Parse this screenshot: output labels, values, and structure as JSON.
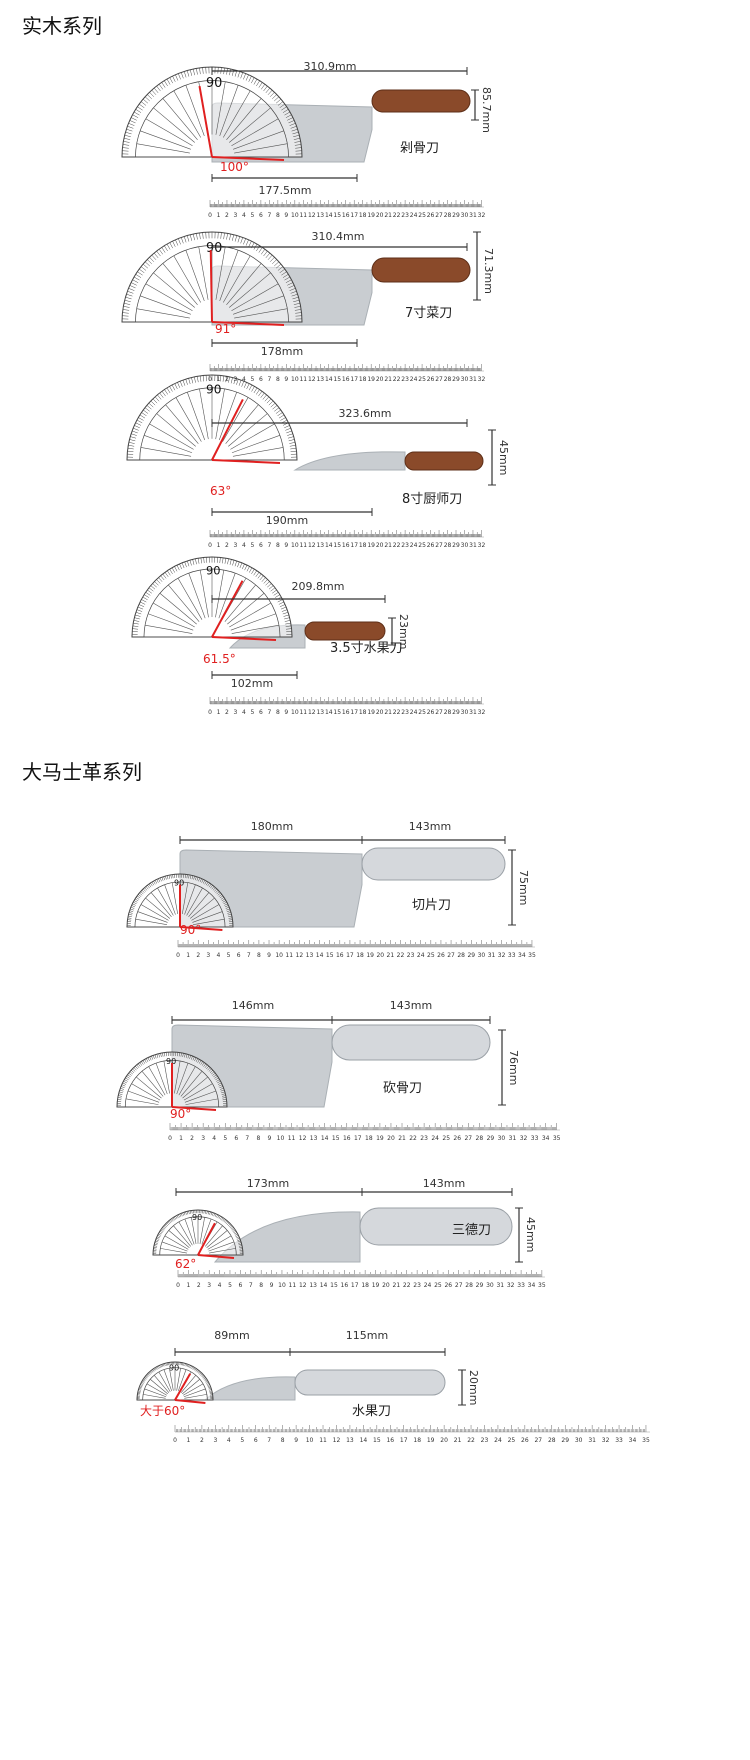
{
  "sections": [
    {
      "title": "实木系列"
    },
    {
      "title": "大马士革系列"
    }
  ],
  "knives": [
    {
      "series": "wood",
      "name": "剁骨刀",
      "total": "310.9mm",
      "blade": "177.5mm",
      "height": "85.7mm",
      "angle": "100°",
      "ruler_max": 32,
      "angle_deg": 100
    },
    {
      "series": "wood",
      "name": "7寸菜刀",
      "total": "310.4mm",
      "blade": "178mm",
      "height": "71.3mm",
      "angle": "91°",
      "ruler_max": 32,
      "angle_deg": 91
    },
    {
      "series": "wood",
      "name": "8寸厨师刀",
      "total": "323.6mm",
      "blade": "190mm",
      "height": "45mm",
      "angle": "63°",
      "ruler_max": 32,
      "angle_deg": 63
    },
    {
      "series": "wood",
      "name": "3.5寸水果刀",
      "total": "209.8mm",
      "blade": "102mm",
      "height": "23mm",
      "angle": "61.5°",
      "ruler_max": 32,
      "angle_deg": 61.5
    },
    {
      "series": "damascus",
      "name": "切片刀",
      "blade": "180mm",
      "handle": "143mm",
      "height": "75mm",
      "angle": "90°",
      "ruler_max": 35,
      "angle_deg": 90
    },
    {
      "series": "damascus",
      "name": "砍骨刀",
      "blade": "146mm",
      "handle": "143mm",
      "height": "76mm",
      "angle": "90°",
      "ruler_max": 35,
      "angle_deg": 90
    },
    {
      "series": "damascus",
      "name": "三德刀",
      "blade": "173mm",
      "handle": "143mm",
      "height": "45mm",
      "angle": "62°",
      "ruler_max": 35,
      "angle_deg": 62
    },
    {
      "series": "damascus",
      "name": "水果刀",
      "blade": "89mm",
      "handle": "115mm",
      "height": "20mm",
      "angle": "大于60°",
      "ruler_max": 35,
      "angle_deg": 60
    }
  ],
  "colors": {
    "accent": "#e02020",
    "wood": "#8a4a2a",
    "steel": "#c9cdd1",
    "line": "#333333"
  }
}
